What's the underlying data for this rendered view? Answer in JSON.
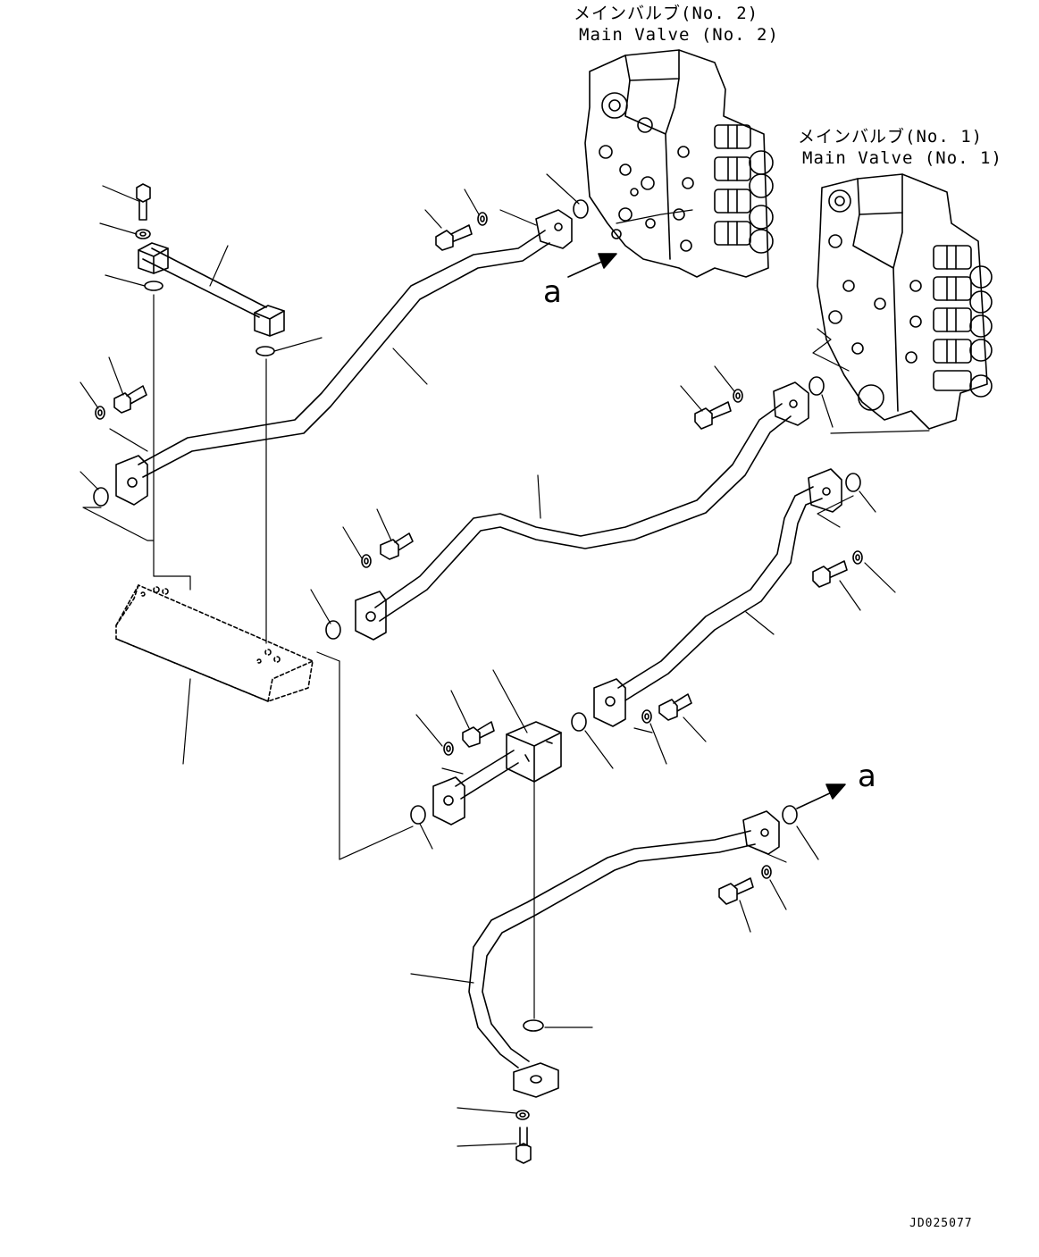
{
  "labels": {
    "valve2_jp": "メインバルブ(No. 2)",
    "valve2_en": "Main Valve (No. 2)",
    "valve1_jp": "メインバルブ(No. 1)",
    "valve1_en": "Main Valve (No. 1)",
    "view_arrow_top": "a",
    "view_arrow_bottom": "a",
    "document_id": "JD025077"
  }
}
